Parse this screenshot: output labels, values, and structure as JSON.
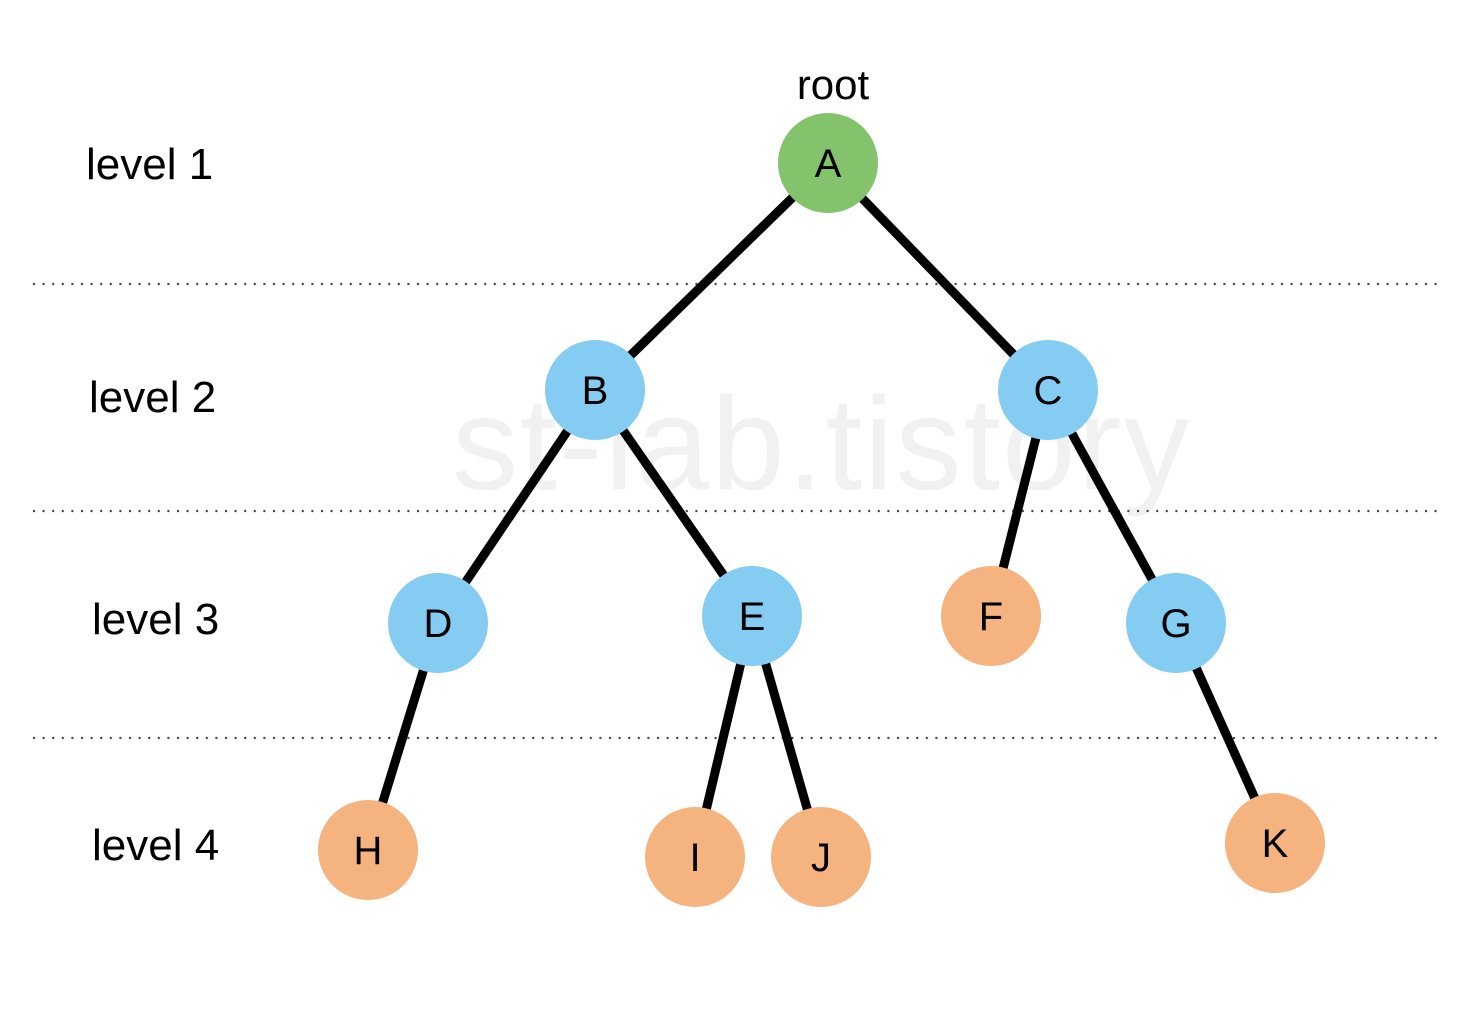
{
  "root_label": "root",
  "watermark": "st-lab.tistory",
  "levels": [
    {
      "label": "level 1"
    },
    {
      "label": "level 2"
    },
    {
      "label": "level 3"
    },
    {
      "label": "level 4"
    }
  ],
  "colors": {
    "root_node": "#82c36b",
    "internal_node": "#85ccf2",
    "leaf_node": "#f5b47f",
    "edge": "#000000",
    "divider": "#444444"
  },
  "nodes": [
    {
      "id": "A",
      "label": "A",
      "level": 1,
      "kind": "root"
    },
    {
      "id": "B",
      "label": "B",
      "level": 2,
      "kind": "internal"
    },
    {
      "id": "C",
      "label": "C",
      "level": 2,
      "kind": "internal"
    },
    {
      "id": "D",
      "label": "D",
      "level": 3,
      "kind": "internal"
    },
    {
      "id": "E",
      "label": "E",
      "level": 3,
      "kind": "internal"
    },
    {
      "id": "F",
      "label": "F",
      "level": 3,
      "kind": "leaf"
    },
    {
      "id": "G",
      "label": "G",
      "level": 3,
      "kind": "internal"
    },
    {
      "id": "H",
      "label": "H",
      "level": 4,
      "kind": "leaf"
    },
    {
      "id": "I",
      "label": "I",
      "level": 4,
      "kind": "leaf"
    },
    {
      "id": "J",
      "label": "J",
      "level": 4,
      "kind": "leaf"
    },
    {
      "id": "K",
      "label": "K",
      "level": 4,
      "kind": "leaf"
    }
  ],
  "edges": [
    {
      "from": "A",
      "to": "B"
    },
    {
      "from": "A",
      "to": "C"
    },
    {
      "from": "B",
      "to": "D"
    },
    {
      "from": "B",
      "to": "E"
    },
    {
      "from": "C",
      "to": "F"
    },
    {
      "from": "C",
      "to": "G"
    },
    {
      "from": "D",
      "to": "H"
    },
    {
      "from": "E",
      "to": "I"
    },
    {
      "from": "E",
      "to": "J"
    },
    {
      "from": "G",
      "to": "K"
    }
  ]
}
